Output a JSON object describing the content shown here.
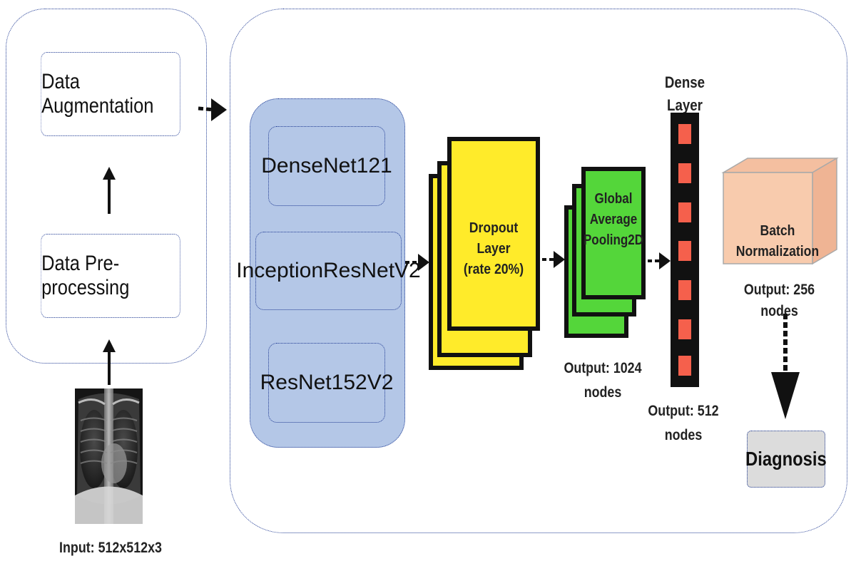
{
  "preprocessing": {
    "augmentation_label": "Data Augmentation",
    "preprocessing_label": "Data Pre-processing",
    "input_label": "Input: 512x512x3"
  },
  "models": [
    "DenseNet121",
    "InceptionResNetV2",
    "ResNet152V2"
  ],
  "dropout": {
    "line1": "Dropout Layer",
    "line2": "(rate 20%)"
  },
  "pooling": {
    "line1": "Global",
    "line2": "Average",
    "line3": "Pooling2D",
    "output_line1": "Output: 1024",
    "output_line2": "nodes"
  },
  "dense": {
    "title": "Dense Layer",
    "output_line1": "Output: 512",
    "output_line2": "nodes"
  },
  "batchnorm": {
    "label": "Batch Normalization",
    "output": "Output: 256 nodes"
  },
  "diagnosis": {
    "label": "Diagnosis"
  },
  "colors": {
    "model_fill": "#b4c7e7",
    "dropout_fill": "#ffeb2a",
    "pooling_fill": "#54d63a",
    "dense_cell": "#f5604c",
    "batchnorm_fill": "#f8cbad",
    "diagnosis_fill": "#dcdcdc"
  }
}
